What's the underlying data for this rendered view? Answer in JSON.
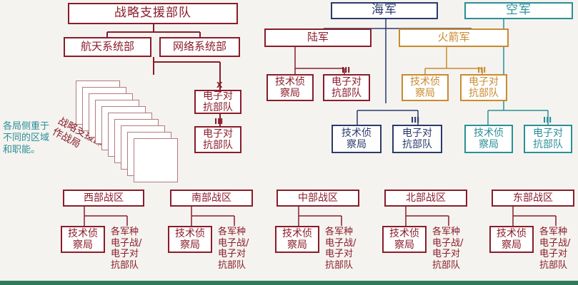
{
  "nodes": {
    "ssf": "战略支援部队",
    "aerospace": "航天系统部",
    "network": "网络系统部",
    "ew_x": "电子对\n抗部队",
    "ew_iii_left": "电子对\n抗部队",
    "navy": "海军",
    "airforce": "空军",
    "army": "陆军",
    "rocket": "火箭军",
    "army_tech": "技术侦\n察局",
    "army_ew": "电子对\n抗部队",
    "rocket_tech": "技术侦\n察局",
    "rocket_ew": "电子对\n抗部队",
    "navy_tech": "技术侦\n察局",
    "navy_ew": "电子对\n抗部队",
    "af_tech": "技术侦\n察局",
    "af_ew": "电子对\n抗部队",
    "west": "西部战区",
    "south": "南部战区",
    "central": "中部战区",
    "north": "北部战区",
    "east": "东部战区",
    "tech_bureau": "技术侦\n察局",
    "mixed_ew": "各军种\n电子战/\n电子对\n抗部队"
  },
  "labels": {
    "side_note": "各局侧重于\n不同的区域\n和职能。",
    "ssf_bureaus": "战略支援部队\n作战局",
    "tick_x": "X",
    "tick_iii": "III"
  }
}
